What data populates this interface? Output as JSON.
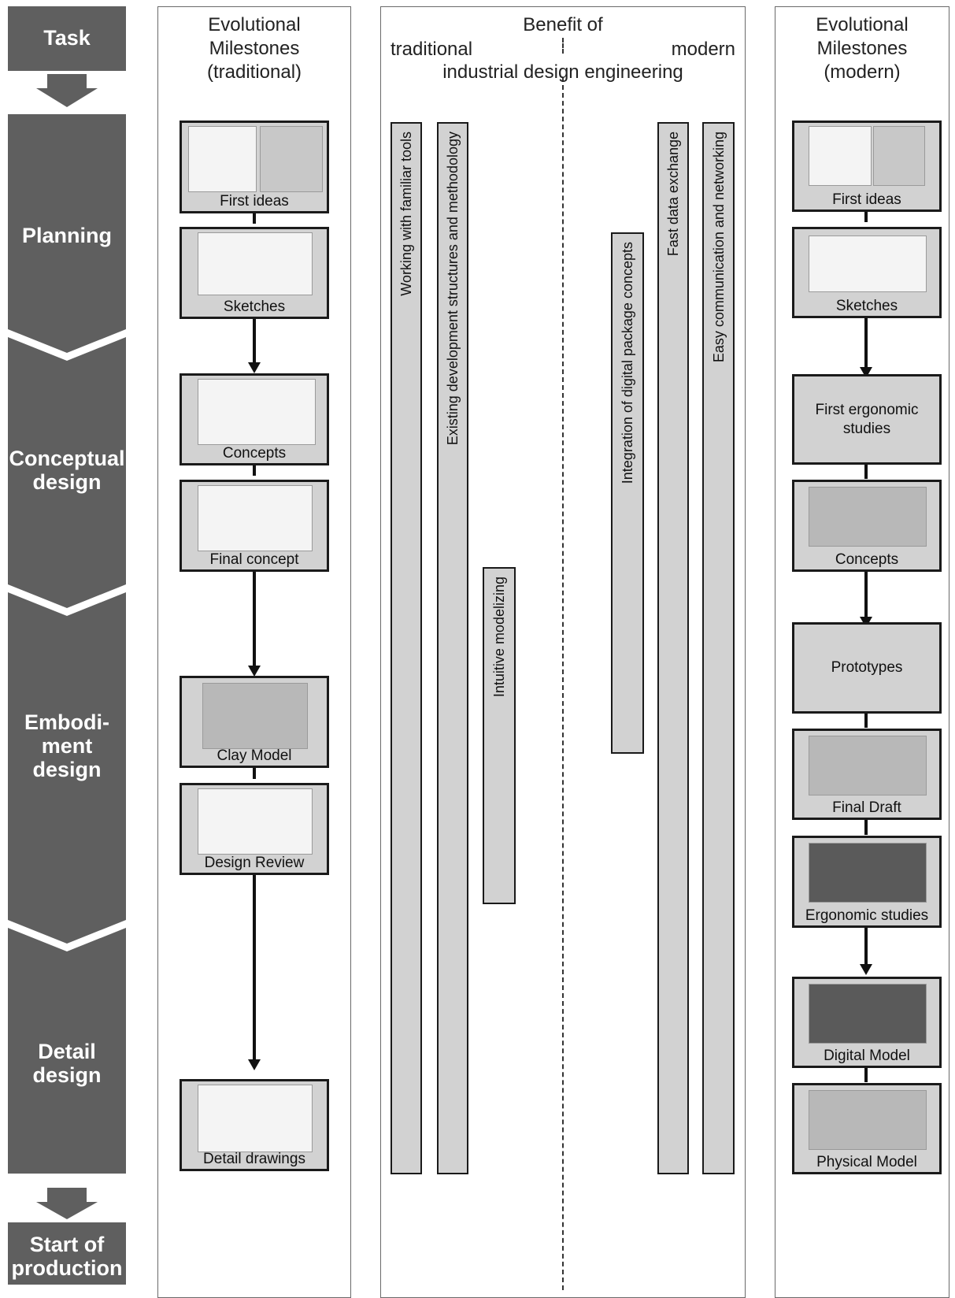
{
  "phases": {
    "task": "Task",
    "planning": "Planning",
    "conceptual": "Conceptual\ndesign",
    "embodiment": "Embodi-\nment\ndesign",
    "detail": "Detail\ndesign",
    "start": "Start of\nproduction"
  },
  "traditional": {
    "heading": "Evolutional\nMilestones\n(traditional)",
    "milestones": [
      "First ideas",
      "Sketches",
      "Concepts",
      "Final concept",
      "Clay Model",
      "Design Review",
      "Detail drawings"
    ]
  },
  "benefit": {
    "heading": "Benefit of",
    "left_label": "traditional",
    "right_label": "modern",
    "subheading": "industrial design engineering",
    "bars": [
      "Working with familiar tools",
      "Existing development structures and methodology",
      "Intuitive modelizing",
      "Integration of digital package concepts",
      "Fast data exchange",
      "Easy communication and networking"
    ]
  },
  "modern": {
    "heading": "Evolutional\nMilestones\n(modern)",
    "milestones": [
      "First ideas",
      "Sketches",
      "First ergonomic\nstudies",
      "Concepts",
      "Prototypes",
      "Final Draft",
      "Ergonomic studies",
      "Digital Model",
      "Physical Model"
    ]
  },
  "colors": {
    "phase_fill": "#5f5f5f",
    "box_fill": "#d2d2d2",
    "border": "#1a1a1a"
  }
}
